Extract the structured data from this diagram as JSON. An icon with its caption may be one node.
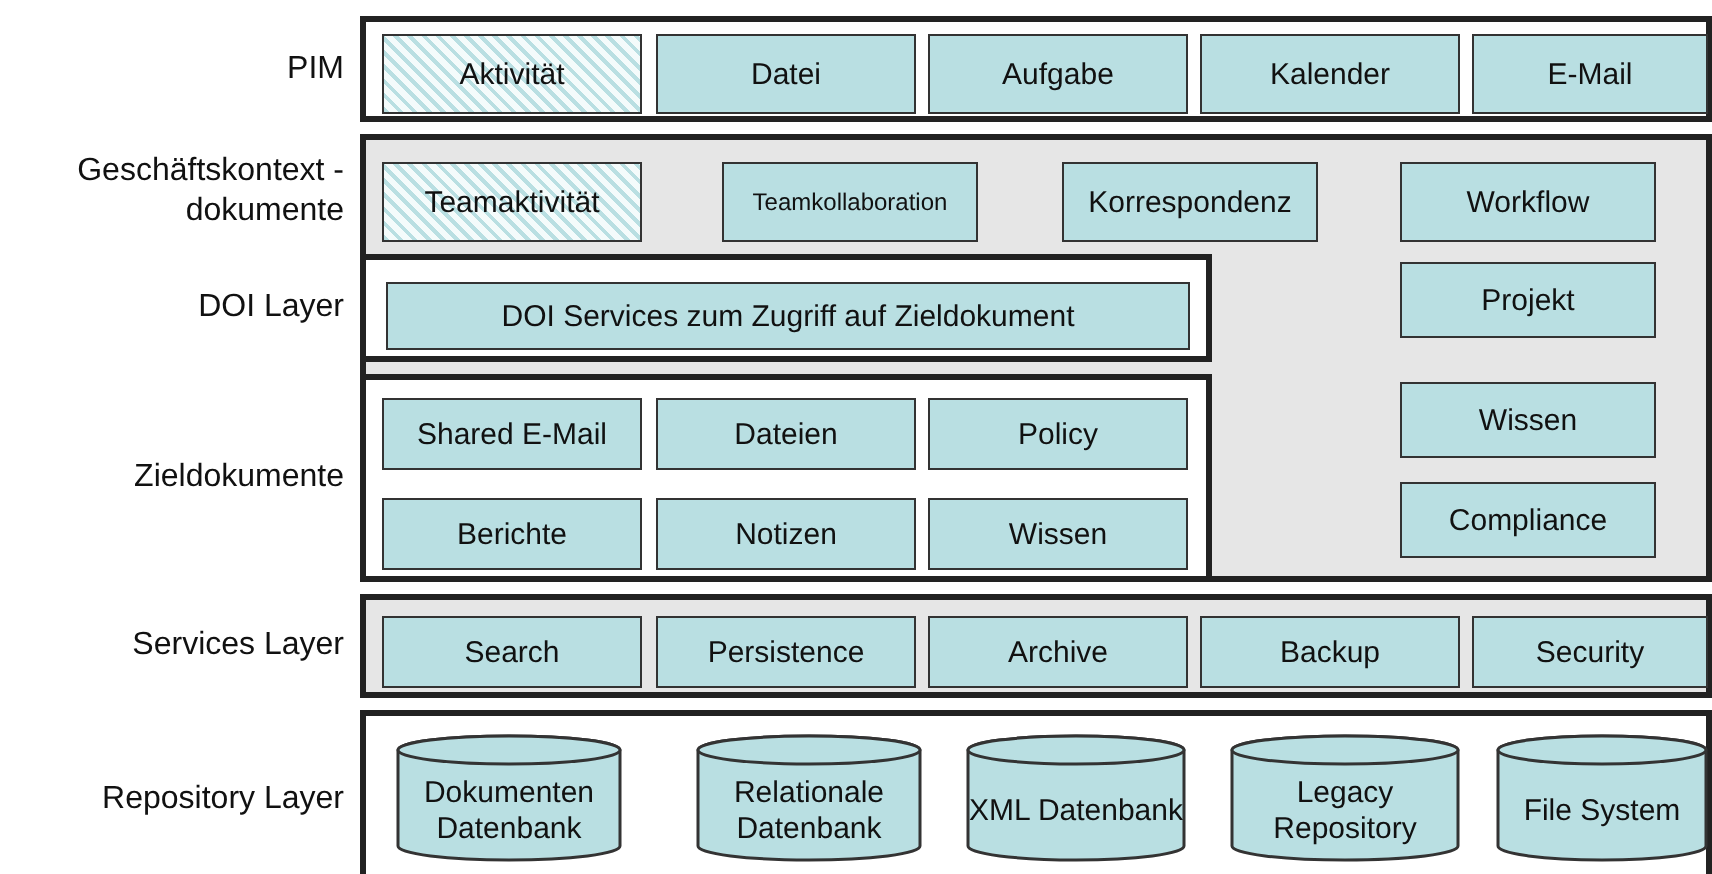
{
  "diagram": {
    "nodes": [
      {
        "text": [
          "PIM"
        ]
      },
      {
        "text": [
          "Aktivität"
        ],
        "in": 0
      },
      {
        "text": [
          "Datei"
        ],
        "in": 0
      },
      {
        "text": [
          "Aufgabe"
        ],
        "in": 0
      },
      {
        "text": [
          "Kalender"
        ],
        "in": 0
      },
      {
        "text": [
          "E-Mail"
        ],
        "in": 0
      },
      {
        "text": [
          "Geschäftskontext -dokumente"
        ]
      },
      {
        "text": [
          "Teamaktivität"
        ],
        "in": 6
      },
      {
        "text": [
          "Teamkollaboration"
        ],
        "in": 6
      },
      {
        "text": [
          "Korrespondenz"
        ],
        "in": 6
      },
      {
        "text": [
          "Workflow"
        ],
        "in": 6
      },
      {
        "text": [
          "Projekt"
        ],
        "in": 6
      },
      {
        "text": [
          "Wissen"
        ],
        "in": 6
      },
      {
        "text": [
          "Compliance"
        ],
        "in": 6
      },
      {
        "text": [
          "DOI Layer"
        ],
        "in": 6
      },
      {
        "text": [
          "DOI Services zum Zugriff auf Zieldokument"
        ],
        "in": 14
      },
      {
        "text": [
          "Zieldokumente"
        ],
        "in": 6
      },
      {
        "text": [
          "Shared E-Mail"
        ],
        "in": 16
      },
      {
        "text": [
          "Dateien"
        ],
        "in": 16
      },
      {
        "text": [
          "Policy"
        ],
        "in": 16
      },
      {
        "text": [
          "Berichte"
        ],
        "in": 16
      },
      {
        "text": [
          "Notizen"
        ],
        "in": 16
      },
      {
        "text": [
          "Wissen"
        ],
        "in": 16
      },
      {
        "text": [
          "Services Layer"
        ]
      },
      {
        "text": [
          "Search"
        ],
        "in": 23
      },
      {
        "text": [
          "Persistence"
        ],
        "in": 23
      },
      {
        "text": [
          "Archive"
        ],
        "in": 23
      },
      {
        "text": [
          "Backup"
        ],
        "in": 23
      },
      {
        "text": [
          "Security"
        ],
        "in": 23
      },
      {
        "text": [
          "Repository Layer"
        ]
      },
      {
        "text": [
          "Dokumenten Datenbank"
        ],
        "in": 29
      },
      {
        "text": [
          "Relationale Datenbank"
        ],
        "in": 29
      },
      {
        "text": [
          "XML Datenbank"
        ],
        "in": 29
      },
      {
        "text": [
          "Legacy Repository"
        ],
        "in": 29
      },
      {
        "text": [
          "File System"
        ],
        "in": 29
      }
    ]
  }
}
